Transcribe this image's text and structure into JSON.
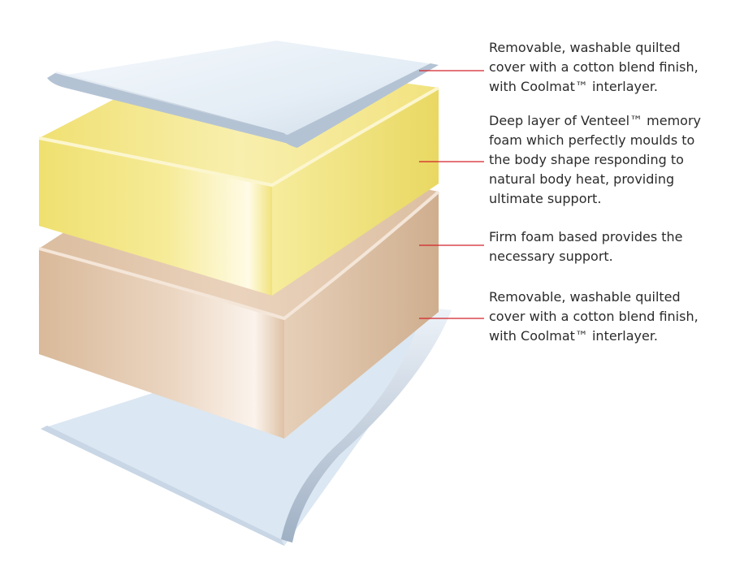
{
  "colors": {
    "leader_line": "#d2232a",
    "cover": "#dde9f3",
    "cover_edge": "#b9c6d6",
    "memory_foam": "#f3e58a",
    "firm_foam": "#e6c9ae",
    "text": "#2b2b2b"
  },
  "labels": [
    {
      "id": "top-cover",
      "lines": [
        "Removable, washable quilted",
        "cover with a cotton blend finish,",
        "with Coolmat™ interlayer."
      ]
    },
    {
      "id": "memory-foam",
      "lines": [
        "Deep layer of Venteel™ memory",
        "foam which perfectly moulds to",
        "the body shape responding to",
        "natural body heat, providing",
        "ultimate support."
      ]
    },
    {
      "id": "firm-foam",
      "lines": [
        "Firm foam based provides the",
        "necessary support."
      ]
    },
    {
      "id": "bottom-cover",
      "lines": [
        "Removable, washable quilted",
        "cover with a cotton blend finish,",
        "with Coolmat™ interlayer."
      ]
    }
  ]
}
